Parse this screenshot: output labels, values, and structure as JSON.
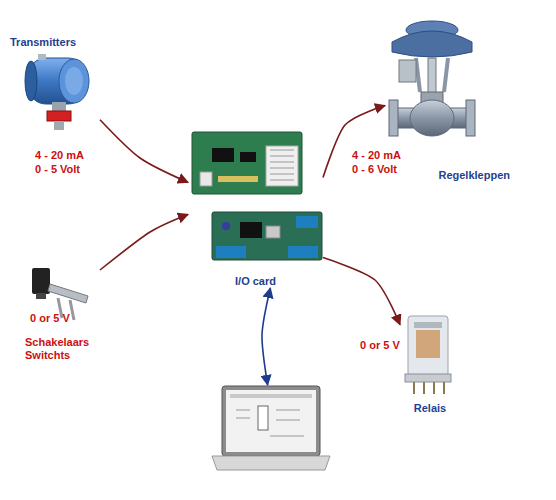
{
  "diagram": {
    "nodes": [
      {
        "text": [
          "Transmitters"
        ]
      },
      {
        "text": [
          "Schakelaars Switchts"
        ]
      },
      {
        "text": [
          "I/O card"
        ]
      },
      {
        "text": [
          "Regelkleppen"
        ]
      },
      {
        "text": [
          "Relais"
        ]
      },
      {
        "text": []
      }
    ],
    "edges": [
      {
        "from": 0,
        "to": 2,
        "arrow": "to",
        "label": "4 - 20 mA 0 - 5 Volt"
      },
      {
        "from": 1,
        "to": 2,
        "arrow": "to",
        "label": "0 or 5 V"
      },
      {
        "from": 2,
        "to": 3,
        "arrow": "to",
        "label": "4 - 20 mA 0 - 6 Volt"
      },
      {
        "from": 2,
        "to": 4,
        "arrow": "to",
        "label": "0 or 5 V"
      },
      {
        "from": 2,
        "to": 5,
        "arrow": "both"
      }
    ]
  }
}
